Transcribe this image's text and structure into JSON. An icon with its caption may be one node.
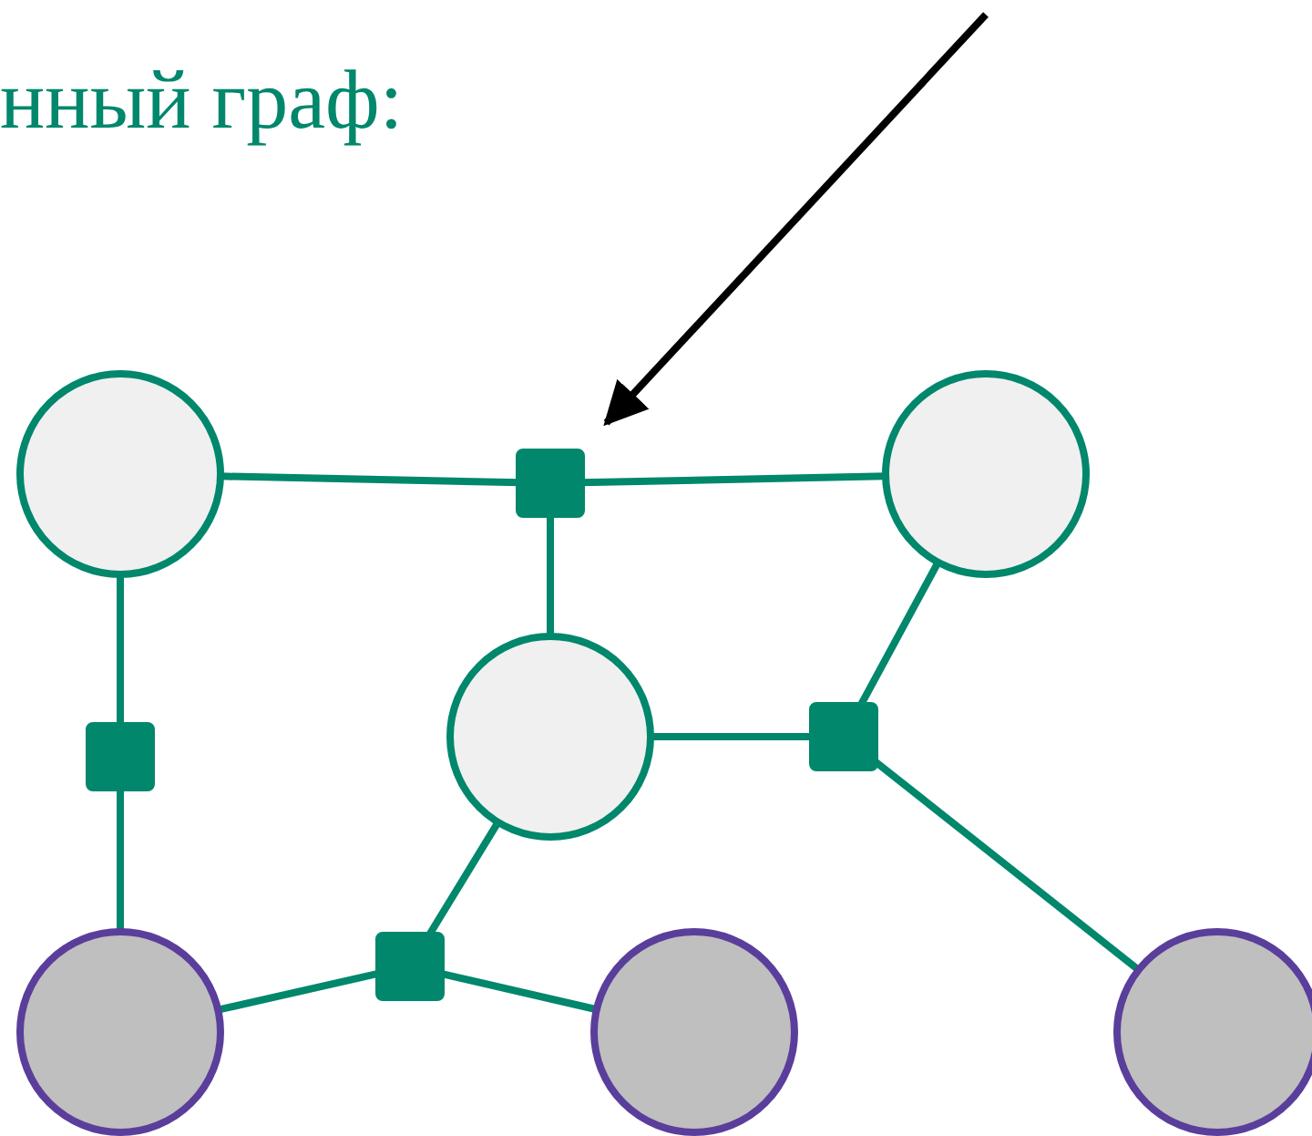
{
  "diagram": {
    "title": "нный граф:",
    "nodes": [
      {
        "text": [],
        "shape": "circle"
      },
      {
        "text": [],
        "shape": "box"
      },
      {
        "text": [],
        "shape": "circle"
      },
      {
        "text": [],
        "shape": "circle"
      },
      {
        "text": [],
        "shape": "box"
      },
      {
        "text": [],
        "shape": "box"
      },
      {
        "text": [],
        "shape": "box"
      },
      {
        "text": [],
        "shape": "circle"
      },
      {
        "text": [],
        "shape": "circle"
      },
      {
        "text": [],
        "shape": "circle"
      }
    ],
    "edges": [
      {
        "from": null,
        "to": 1,
        "arrow": "to",
        "color": "#000000"
      },
      {
        "from": 0,
        "to": 1,
        "arrow": "none"
      },
      {
        "from": 1,
        "to": 2,
        "arrow": "none"
      },
      {
        "from": 1,
        "to": 3,
        "arrow": "none"
      },
      {
        "from": 0,
        "to": 4,
        "arrow": "none"
      },
      {
        "from": 4,
        "to": 7,
        "arrow": "none"
      },
      {
        "from": 2,
        "to": 5,
        "arrow": "none"
      },
      {
        "from": 3,
        "to": 5,
        "arrow": "none"
      },
      {
        "from": 5,
        "to": 9,
        "arrow": "none"
      },
      {
        "from": 3,
        "to": 6,
        "arrow": "none"
      },
      {
        "from": 6,
        "to": 7,
        "arrow": "none"
      },
      {
        "from": 6,
        "to": 8,
        "arrow": "none"
      }
    ]
  }
}
